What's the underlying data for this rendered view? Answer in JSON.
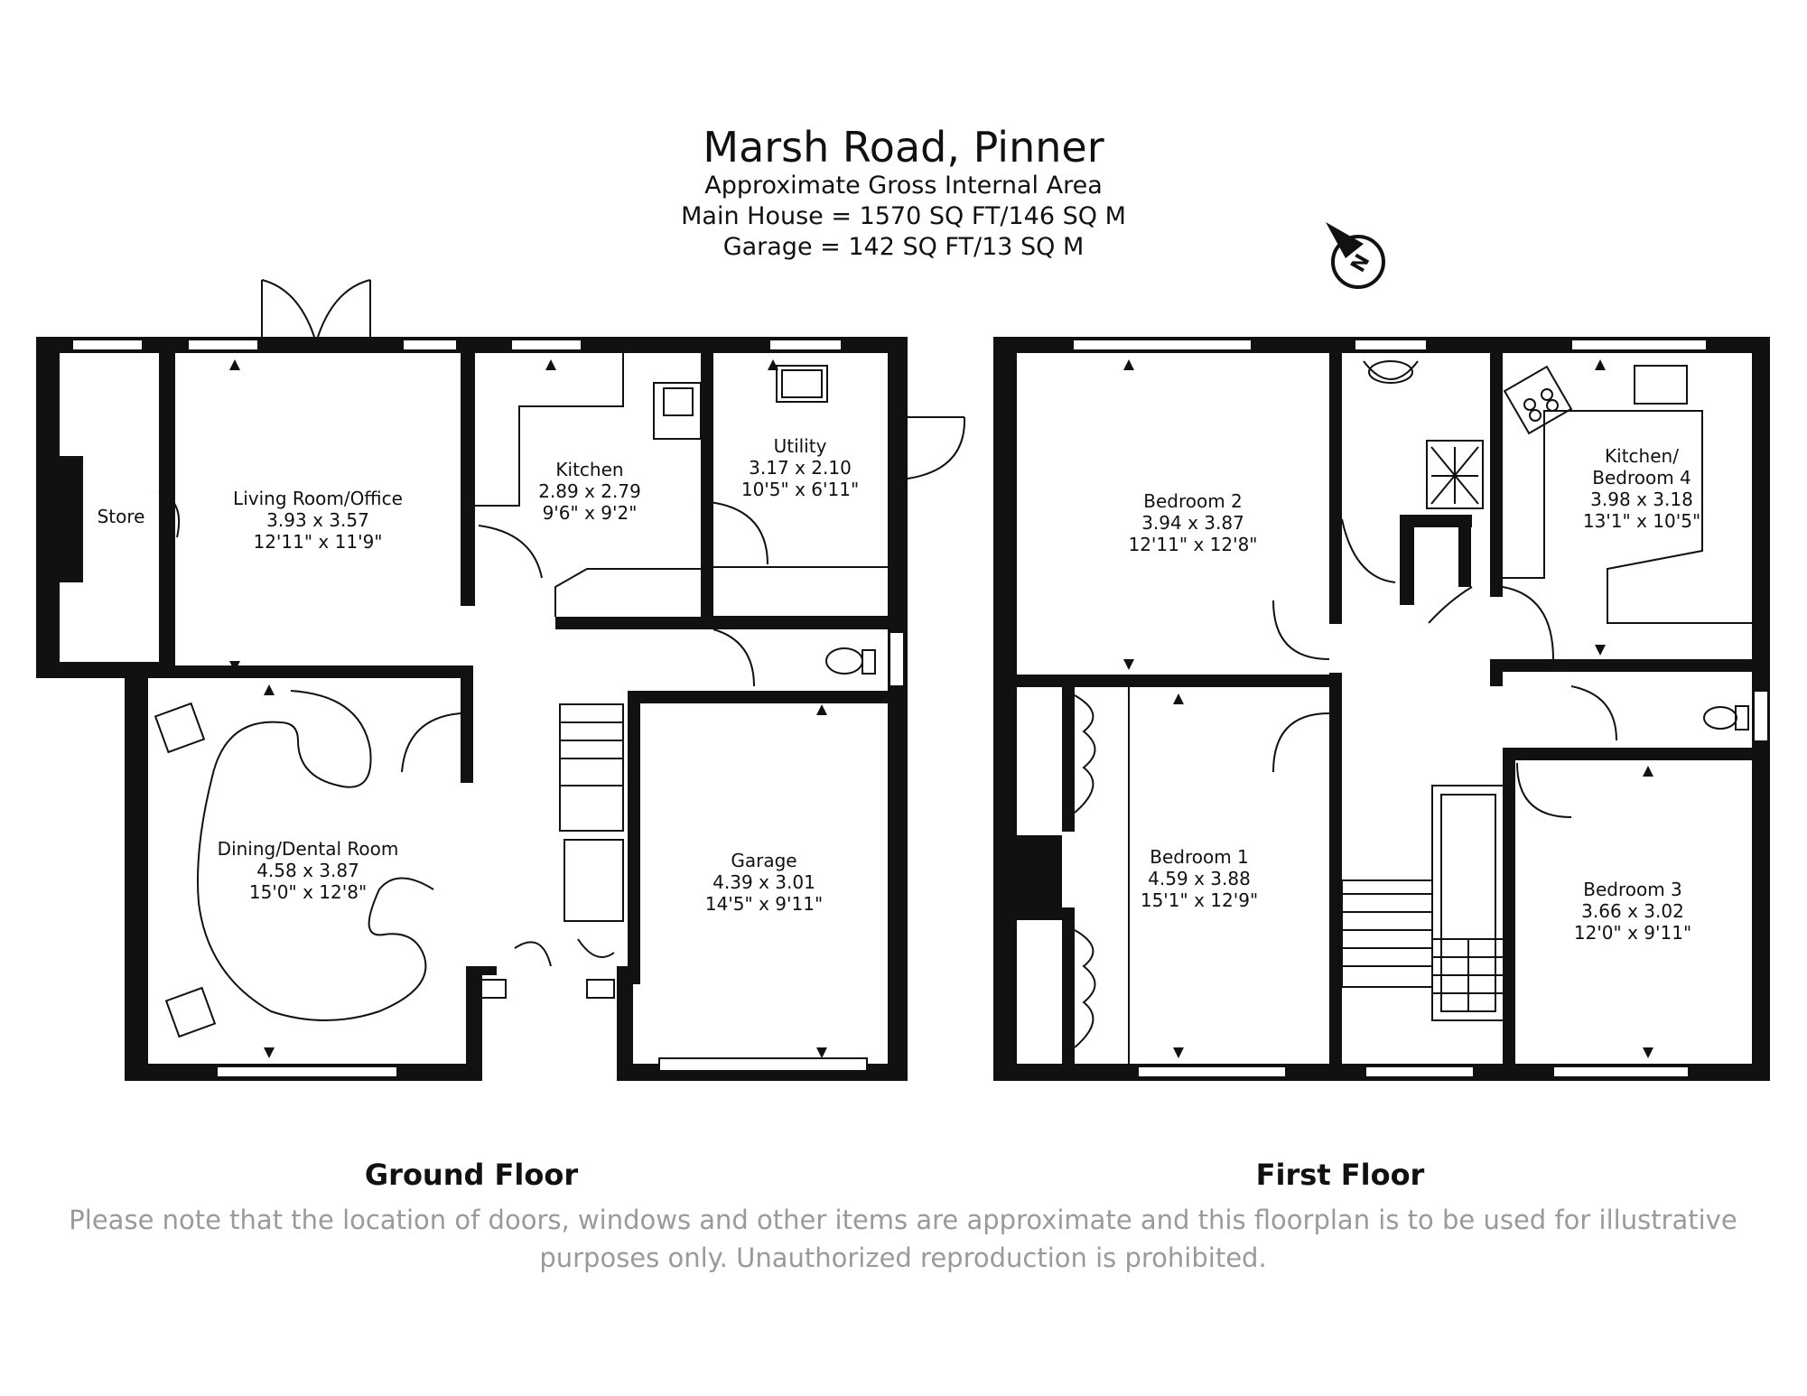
{
  "header": {
    "title": "Marsh Road, Pinner",
    "subtitle": "Approximate Gross Internal Area",
    "main_house_area": "Main House = 1570 SQ FT/146 SQ M",
    "garage_area": "Garage = 142 SQ FT/13 SQ M"
  },
  "compass": {
    "letter": "N"
  },
  "ground_floor": {
    "label": "Ground Floor",
    "rooms": [
      {
        "name": "Store",
        "metric": "",
        "imperial": ""
      },
      {
        "name": "Living Room/Office",
        "metric": "3.93 x 3.57",
        "imperial": "12'11\" x 11'9\""
      },
      {
        "name": "Kitchen",
        "metric": "2.89 x 2.79",
        "imperial": "9'6\" x 9'2\""
      },
      {
        "name": "Utility",
        "metric": "3.17 x 2.10",
        "imperial": "10'5\" x 6'11\""
      },
      {
        "name": "Dining/Dental Room",
        "metric": "4.58 x 3.87",
        "imperial": "15'0\" x 12'8\""
      },
      {
        "name": "Garage",
        "metric": "4.39 x 3.01",
        "imperial": "14'5\" x 9'11\""
      }
    ]
  },
  "first_floor": {
    "label": "First Floor",
    "rooms": [
      {
        "name": "Bedroom 2",
        "metric": "3.94 x 3.87",
        "imperial": "12'11\" x 12'8\""
      },
      {
        "name": "Kitchen/",
        "name2": "Bedroom 4",
        "metric": "3.98 x 3.18",
        "imperial": "13'1\" x 10'5\""
      },
      {
        "name": "Bedroom 1",
        "metric": "4.59 x 3.88",
        "imperial": "15'1\" x 12'9\""
      },
      {
        "name": "Bedroom 3",
        "metric": "3.66 x 3.02",
        "imperial": "12'0\" x 9'11\""
      }
    ]
  },
  "disclaimer": {
    "line1": "Please note that the location of doors, windows and other items are approximate and this floorplan is to be used for illustrative",
    "line2": "purposes only. Unauthorized reproduction is prohibited."
  }
}
